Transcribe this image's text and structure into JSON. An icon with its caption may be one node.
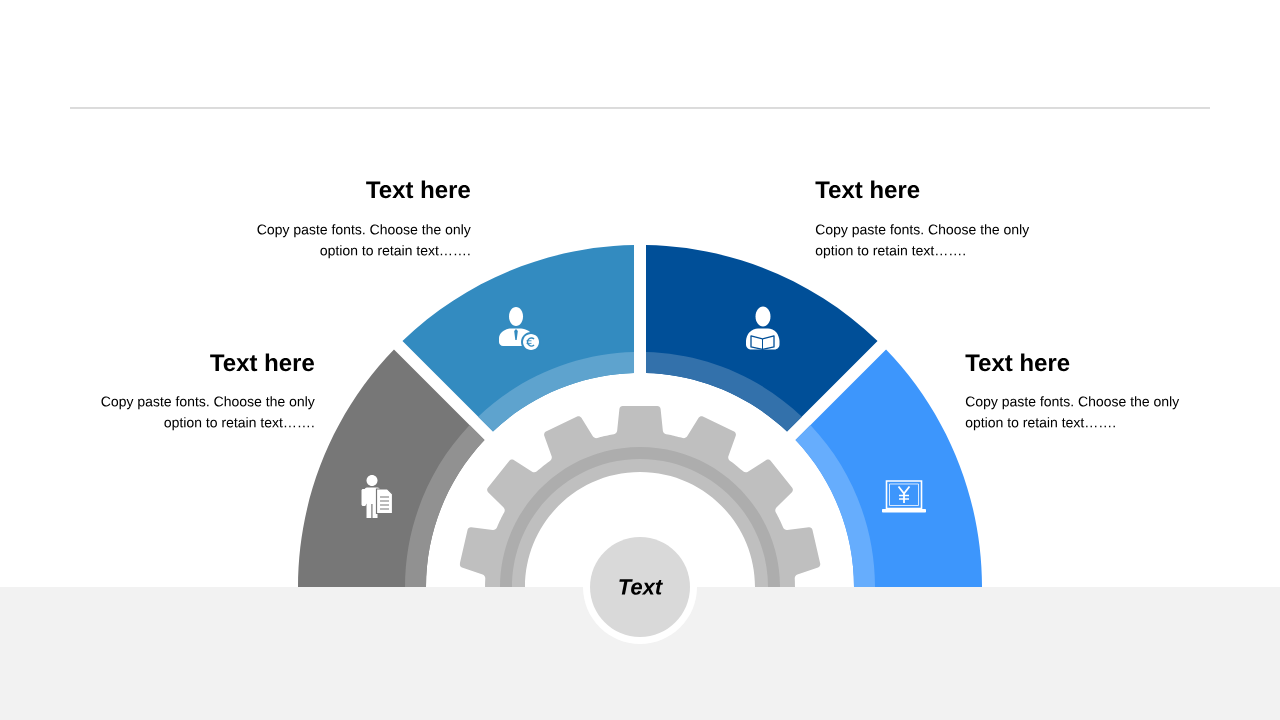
{
  "diagram": {
    "nodes": [
      {
        "text": [
          "Text"
        ]
      }
    ],
    "labels": [
      "Text here",
      "Copy paste fonts. Choose the only option to retain text…….",
      "Text here",
      "Copy paste fonts. Choose the only option to retain text…….",
      "Text here",
      "Copy paste fonts. Choose the only option to retain text…….",
      "Text here",
      "Copy paste fonts. Choose the only option to retain text……."
    ]
  }
}
